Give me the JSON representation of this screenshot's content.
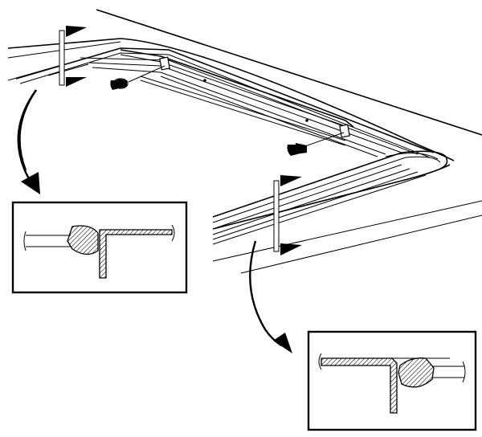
{
  "diagram": {
    "kind": "technical-line-illustration",
    "colors": {
      "ink": "#000000",
      "paper": "#ffffff"
    },
    "parts": [
      "roof-panel",
      "molding-channel",
      "retainer-strip",
      "screw",
      "section-marker",
      "detail-arrow",
      "detail-view"
    ],
    "screws": 2,
    "section_markers": 2,
    "detail_views": 2
  }
}
